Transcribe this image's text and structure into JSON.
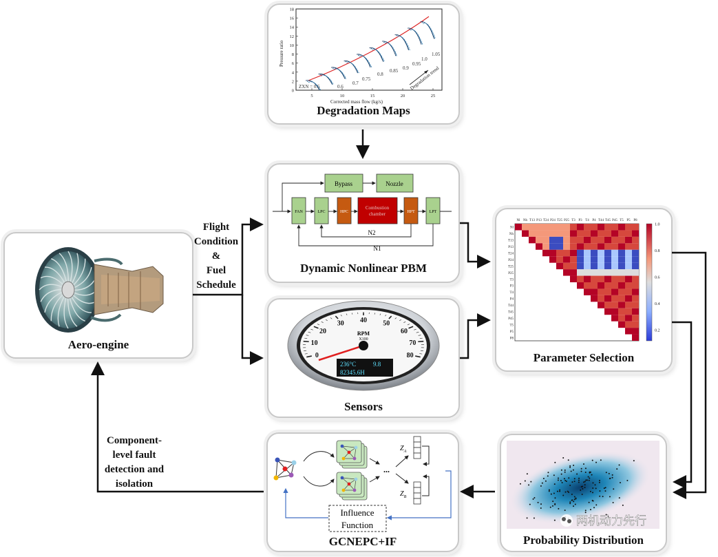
{
  "panels": {
    "degradation_maps": "Degradation Maps",
    "pbm": "Dynamic Nonlinear PBM",
    "sensors": "Sensors",
    "aero_engine": "Aero-engine",
    "parameter_selection": "Parameter Selection",
    "probability_distribution": "Probability Distribution",
    "gcnepc": "GCNEPC+IF"
  },
  "flight_condition_text": [
    "Flight",
    "Condition",
    "&",
    "Fuel",
    "Schedule"
  ],
  "fault_text": [
    "Component-",
    "level fault",
    "detection and",
    "isolation"
  ],
  "degradation_map": {
    "ylabel": "Pressure ratio",
    "xlabel": "Corrected mass flow (kg/s)",
    "x_ticks": [
      "5",
      "10",
      "15",
      "20",
      "25"
    ],
    "y_ticks": [
      "0",
      "2",
      "4",
      "6",
      "8",
      "10",
      "12",
      "14",
      "16",
      "18"
    ],
    "speed_labels": [
      "ZXN = 0.5",
      "0.6",
      "0.7",
      "0.75",
      "0.8",
      "0.85",
      "0.9",
      "0.95",
      "1.0",
      "1.05"
    ],
    "annotation": "Degradation trend"
  },
  "pbm": {
    "bypass": "Bypass",
    "nozzle": "Nozzle",
    "combustion": [
      "Combustion",
      "chamber"
    ],
    "components": [
      "FAN",
      "LPC",
      "HPC",
      "HPT",
      "LPT"
    ],
    "shafts": [
      "N2",
      "N1"
    ]
  },
  "gauge": {
    "ticks": [
      "0",
      "10",
      "20",
      "30",
      "40",
      "50",
      "60",
      "70",
      "80"
    ],
    "unit": "RPM",
    "multiplier": "X100",
    "temp": "236°C",
    "volt": "9.8",
    "hours": "82345.6H"
  },
  "heatmap": {
    "params": [
      "Nl",
      "Nh",
      "T13",
      "P13",
      "T24",
      "P24",
      "T25",
      "P25",
      "T3",
      "P3",
      "T4",
      "P4",
      "T44",
      "T45",
      "P45",
      "T5",
      "P5",
      "P8"
    ],
    "colorbar_ticks": [
      "1.0",
      "0.8",
      "0.6",
      "0.4",
      "0.2"
    ]
  },
  "gcn": {
    "latent_a": "Z",
    "latent_a_sub": "A",
    "latent_b": "Z",
    "latent_b_sub": "B",
    "ellipsis": "...",
    "influence": [
      "Influence",
      "Function"
    ]
  },
  "watermark": "两机动力先行",
  "colors": {
    "accent_green": "#a9d18e",
    "hpc_orange": "#c55a11",
    "combustion_red": "#c00000",
    "arrow_blue": "#4472c4"
  }
}
